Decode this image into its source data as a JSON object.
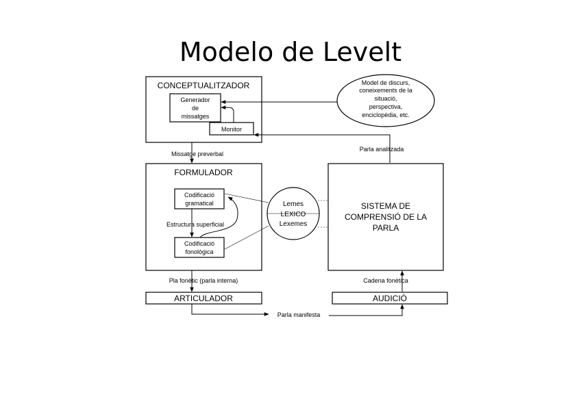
{
  "title": "Modelo de Levelt",
  "conceptualitzador": {
    "label": "CONCEPTUALITZADOR",
    "generador": [
      "Generador",
      "de",
      "missatges"
    ],
    "monitor": "Monitor"
  },
  "discourse": [
    "Model de discurs,",
    "coneixements de la",
    "situació,",
    "perspectiva,",
    "enciclopèdia, etc."
  ],
  "flows": {
    "missatge": "Missatge preverbal",
    "parla_analitzada": "Parla analitzada",
    "estructura": "Estructura superficial",
    "pla_fonetic": "Pla fonètic (parla interna)",
    "cadena": "Cadena fonètica",
    "parla_manifesta": "Parla manifesta"
  },
  "formulador": {
    "label": "FORMULADOR",
    "codif_gram": [
      "Codificació",
      "gramatical"
    ],
    "codif_fon": [
      "Codificació",
      "fonològica"
    ]
  },
  "lexico": {
    "top": "Lemes",
    "mid": "LEXICO",
    "bottom": "Lexemes"
  },
  "sistema": [
    "SISTEMA DE",
    "COMPRENSIÓ DE LA",
    "PARLA"
  ],
  "articulador": "ARTICULADOR",
  "audicio": "AUDICIÓ"
}
